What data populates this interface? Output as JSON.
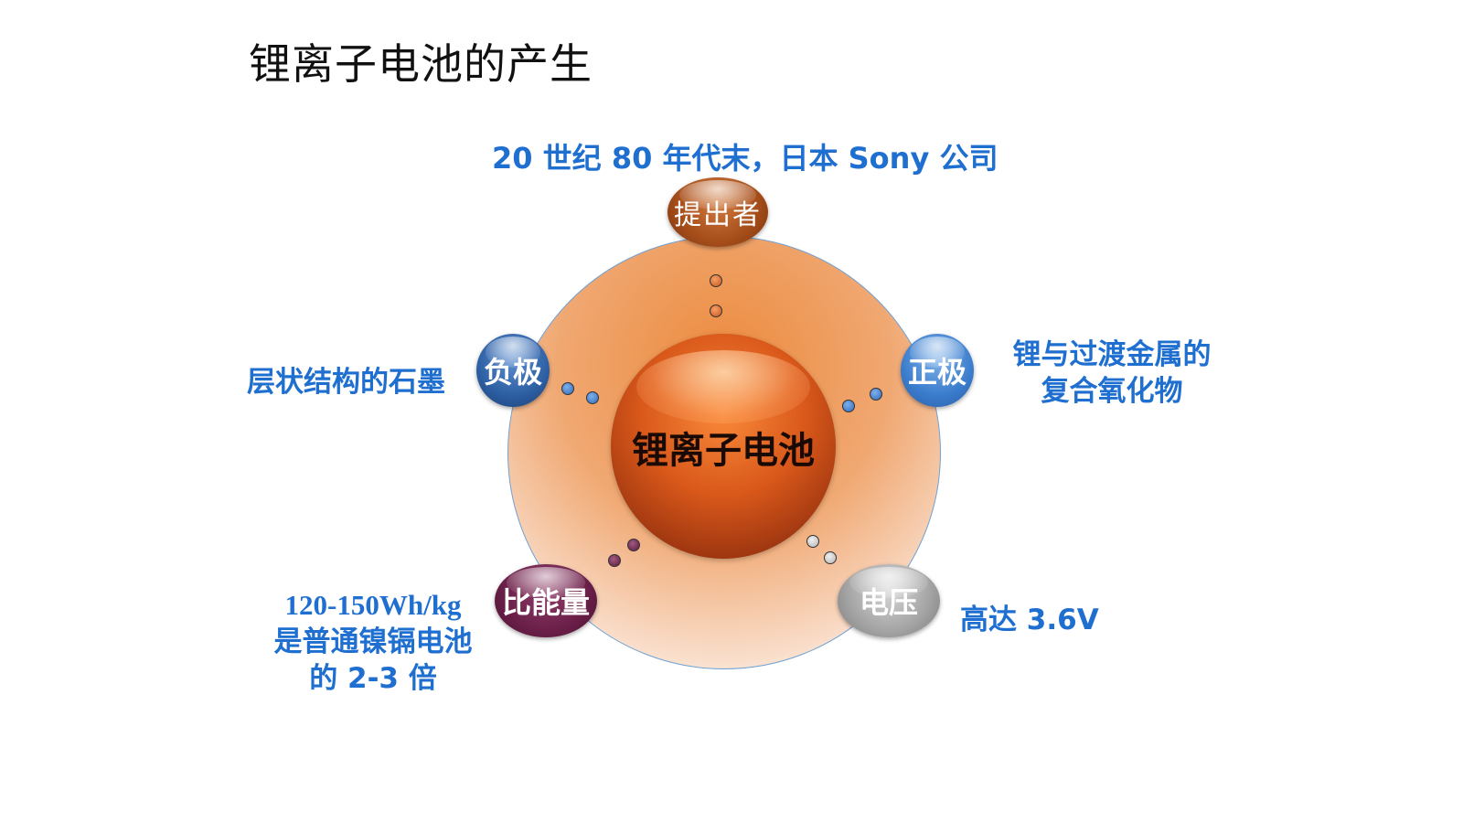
{
  "title": "锂离子电池的产生",
  "center": {
    "label": "锂离子电池"
  },
  "nodes": {
    "proposer": {
      "label": "提出者",
      "desc": "20 世纪 80 年代末，日本 Sony 公司"
    },
    "anode": {
      "label": "负极",
      "desc": "层状结构的石墨"
    },
    "cathode": {
      "label": "正极",
      "desc_line1": "锂与过渡金属的",
      "desc_line2": "复合氧化物"
    },
    "energy": {
      "label": "比能量",
      "desc_line1": "120-150Wh/kg",
      "desc_line2": "是普通镍镉电池",
      "desc_line3": "的 2-3 倍"
    },
    "voltage": {
      "label": "电压",
      "desc": "高达 3.6V"
    }
  },
  "colors": {
    "accent_text": "#1f6fd1",
    "ring_outer": "#f0a872",
    "center_ball": "#d9581a",
    "node_proposer": "#a54d1a",
    "node_anode": "#2d5fa3",
    "node_cathode": "#3a7ccc",
    "node_energy": "#6a1f48",
    "node_voltage": "#a3a3a3"
  }
}
